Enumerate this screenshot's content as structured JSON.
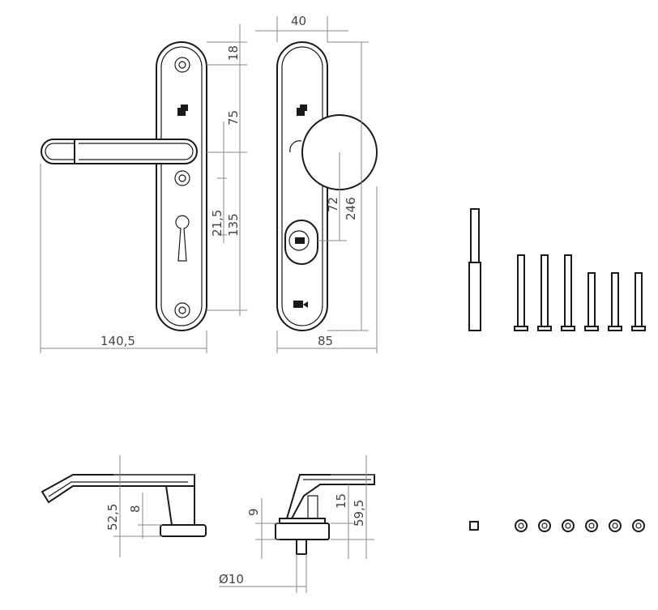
{
  "dimensions": {
    "d40": "40",
    "d18": "18",
    "d75": "75",
    "d21_5": "21,5",
    "d135": "135",
    "d72": "72",
    "d246": "246",
    "d140_5": "140,5",
    "d85": "85",
    "d52_5": "52,5",
    "d8": "8",
    "d9": "9",
    "d15": "15",
    "d59_5": "59,5",
    "d10": "Ø10"
  }
}
